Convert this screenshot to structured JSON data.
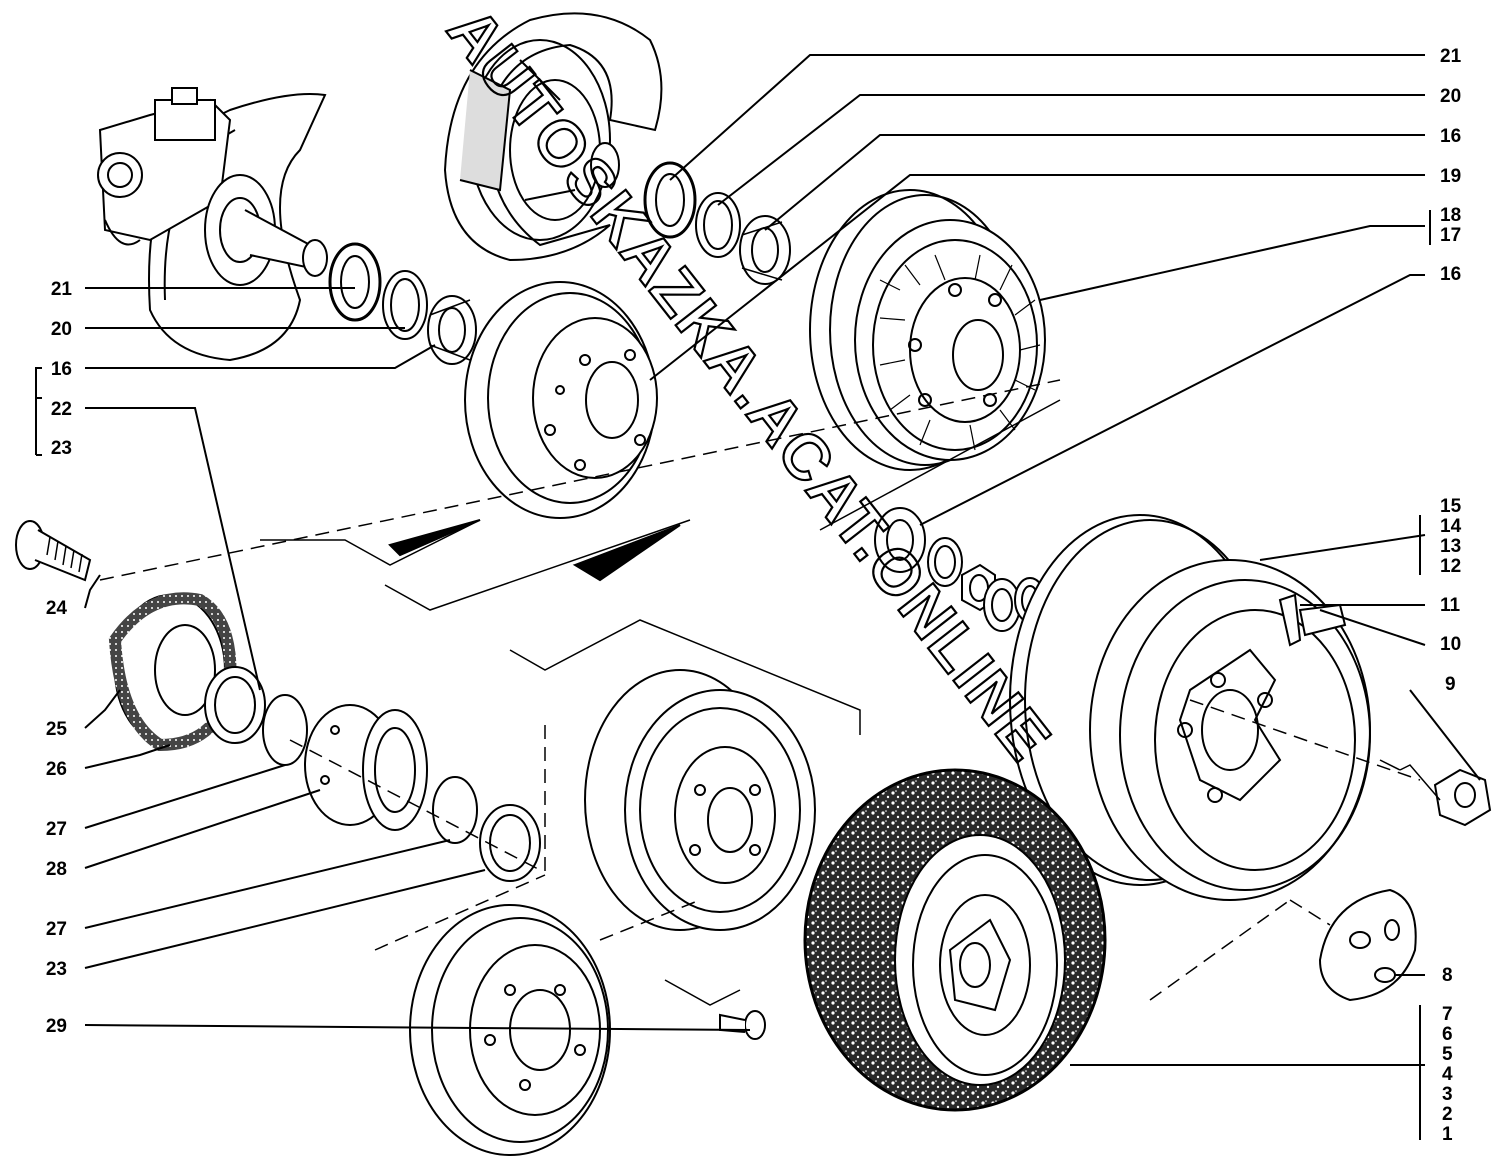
{
  "watermark": "AUTOSKAZKA.ACAT.ONLINE",
  "callouts_right": [
    {
      "id": "r21",
      "label": "21"
    },
    {
      "id": "r20",
      "label": "20"
    },
    {
      "id": "r16a",
      "label": "16"
    },
    {
      "id": "r19",
      "label": "19"
    },
    {
      "id": "r18",
      "label": "18"
    },
    {
      "id": "r17",
      "label": "17"
    },
    {
      "id": "r16b",
      "label": "16"
    },
    {
      "id": "r15",
      "label": "15"
    },
    {
      "id": "r14",
      "label": "14"
    },
    {
      "id": "r13",
      "label": "13"
    },
    {
      "id": "r12",
      "label": "12"
    },
    {
      "id": "r11",
      "label": "11"
    },
    {
      "id": "r10",
      "label": "10"
    },
    {
      "id": "r9",
      "label": "9"
    },
    {
      "id": "r8",
      "label": "8"
    },
    {
      "id": "r7",
      "label": "7"
    },
    {
      "id": "r6",
      "label": "6"
    },
    {
      "id": "r5",
      "label": "5"
    },
    {
      "id": "r4",
      "label": "4"
    },
    {
      "id": "r3",
      "label": "3"
    },
    {
      "id": "r2",
      "label": "2"
    },
    {
      "id": "r1",
      "label": "1"
    }
  ],
  "callouts_left": [
    {
      "id": "l21",
      "label": "21"
    },
    {
      "id": "l20",
      "label": "20"
    },
    {
      "id": "l16",
      "label": "16"
    },
    {
      "id": "l22",
      "label": "22"
    },
    {
      "id": "l23a",
      "label": "23"
    },
    {
      "id": "l24",
      "label": "24"
    },
    {
      "id": "l25",
      "label": "25"
    },
    {
      "id": "l26",
      "label": "26"
    },
    {
      "id": "l27a",
      "label": "27"
    },
    {
      "id": "l28",
      "label": "28"
    },
    {
      "id": "l27b",
      "label": "27"
    },
    {
      "id": "l23b",
      "label": "23"
    },
    {
      "id": "l29",
      "label": "29"
    }
  ]
}
